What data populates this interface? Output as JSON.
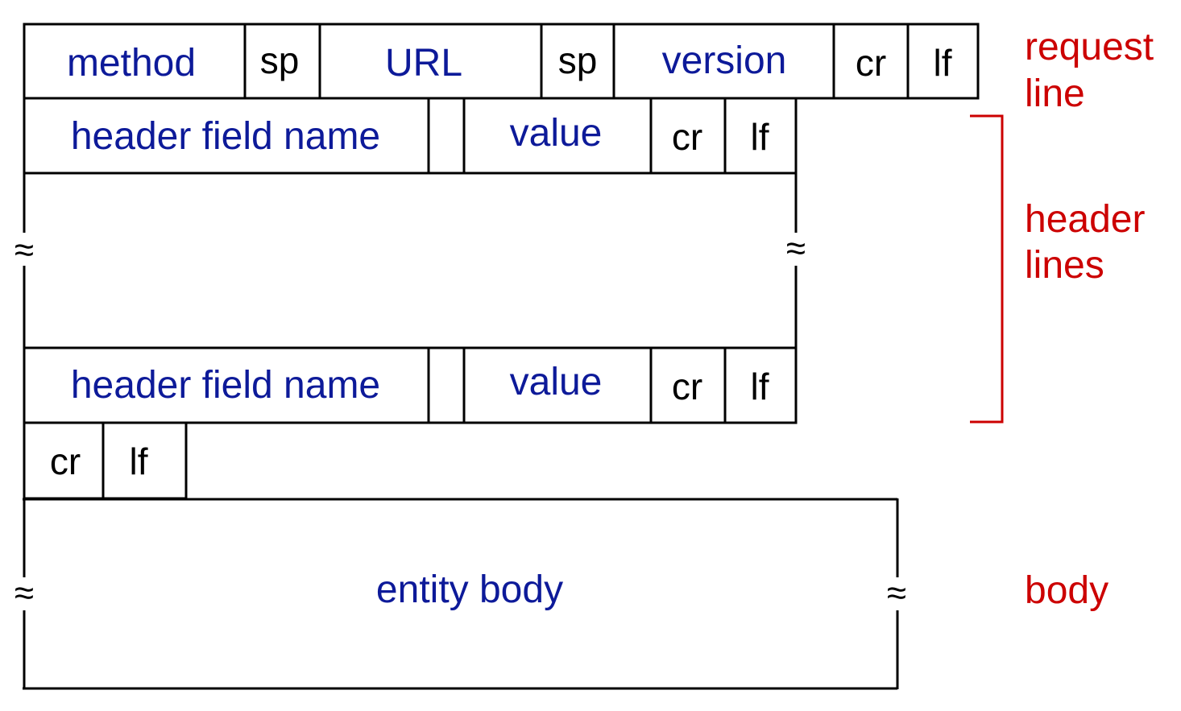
{
  "request_line": {
    "method": "method",
    "sp1": "sp",
    "url": "URL",
    "sp2": "sp",
    "version": "version",
    "cr": "cr",
    "lf": "lf"
  },
  "header_line_1": {
    "field_name": "header field name",
    "value": "value",
    "cr": "cr",
    "lf": "lf"
  },
  "header_line_2": {
    "field_name": "header field name",
    "value": "value",
    "cr": "cr",
    "lf": "lf"
  },
  "blank_line": {
    "cr": "cr",
    "lf": "lf"
  },
  "body": {
    "label": "entity body"
  },
  "break_symbol": "≈",
  "side_labels": {
    "request_line_1": "request",
    "request_line_2": "line",
    "header_lines_1": "header",
    "header_lines_2": "lines",
    "body": "body"
  },
  "colors": {
    "field_text": "#0d1a99",
    "delimiter_text": "#000000",
    "annotation": "#cc0000"
  }
}
